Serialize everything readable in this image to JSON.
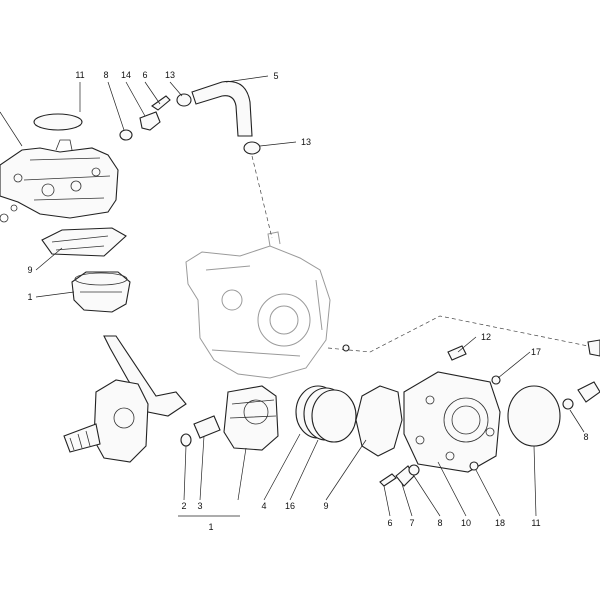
{
  "diagram": {
    "callouts": [
      {
        "id": "c1",
        "label": "11"
      },
      {
        "id": "c2",
        "label": "8"
      },
      {
        "id": "c3",
        "label": "14"
      },
      {
        "id": "c4",
        "label": "6"
      },
      {
        "id": "c5",
        "label": "13"
      },
      {
        "id": "c6",
        "label": "5"
      },
      {
        "id": "c7",
        "label": "13"
      },
      {
        "id": "c8",
        "label": "9"
      },
      {
        "id": "c9",
        "label": "1"
      },
      {
        "id": "c10",
        "label": "12"
      },
      {
        "id": "c11",
        "label": "17"
      },
      {
        "id": "c12",
        "label": "8"
      },
      {
        "id": "c13",
        "label": "2"
      },
      {
        "id": "c14",
        "label": "3"
      },
      {
        "id": "c15",
        "label": "1"
      },
      {
        "id": "c16",
        "label": "4"
      },
      {
        "id": "c17",
        "label": "16"
      },
      {
        "id": "c18",
        "label": "9"
      },
      {
        "id": "c19",
        "label": "6"
      },
      {
        "id": "c20",
        "label": "7"
      },
      {
        "id": "c21",
        "label": "8"
      },
      {
        "id": "c22",
        "label": "10"
      },
      {
        "id": "c23",
        "label": "18"
      },
      {
        "id": "c24",
        "label": "11"
      }
    ]
  }
}
